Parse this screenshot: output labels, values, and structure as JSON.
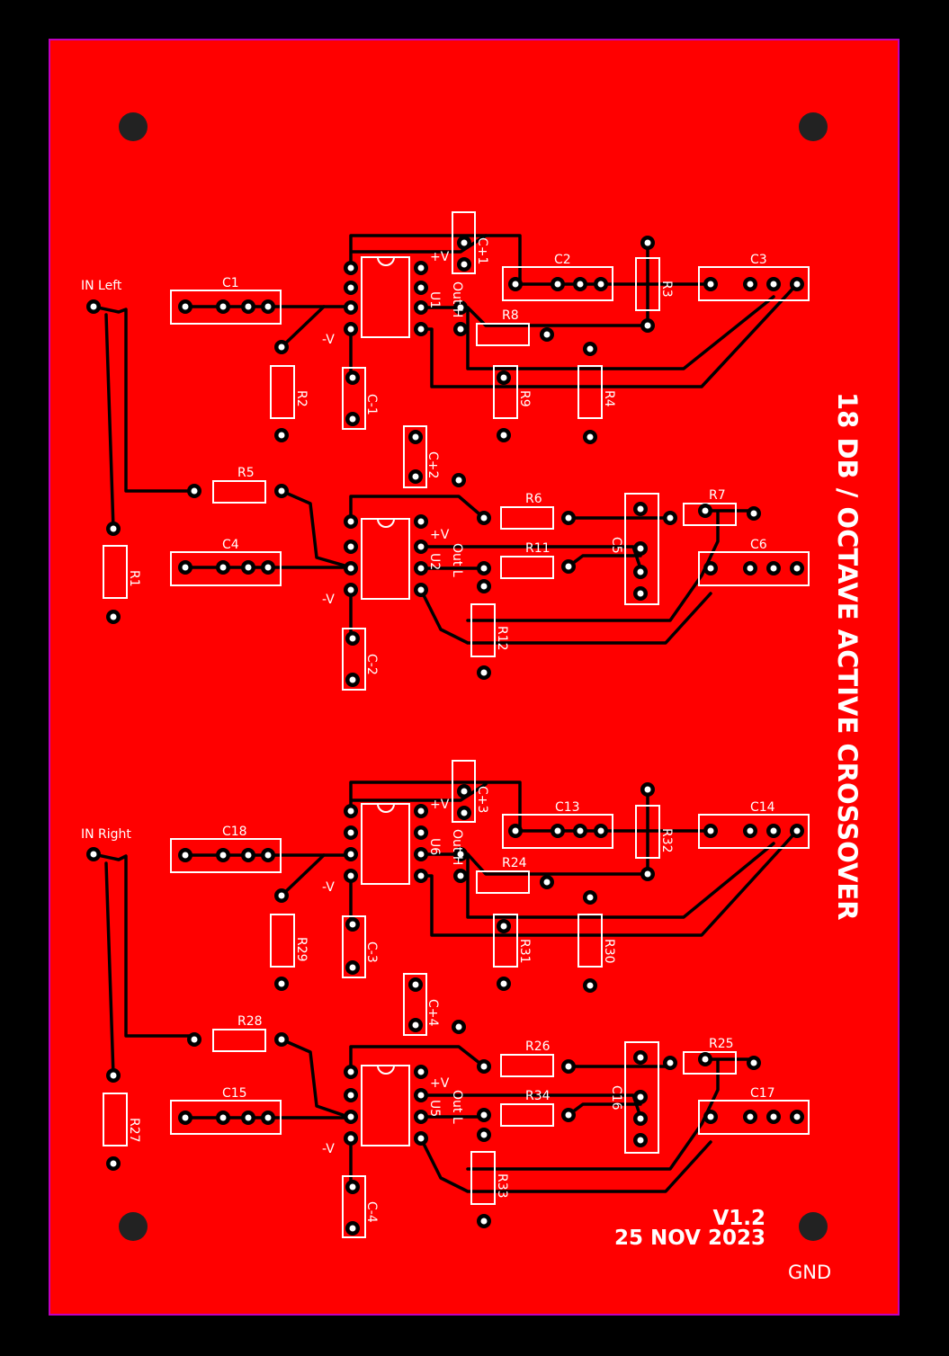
{
  "board": {
    "background": "#000000",
    "copper_color": "#ff0000",
    "edge_color": "#c000c0",
    "silk_color": "#ffffff"
  },
  "title": "18 DB / OCTAVE ACTIVE CROSSOVER",
  "version": "V1.2",
  "date": "25 NOV 2023",
  "gnd_label": "GND",
  "inputs": {
    "left": "IN Left",
    "right": "IN Right"
  },
  "ic_pins": {
    "vplus": "+V",
    "vminus": "-V",
    "out_h": "Out H",
    "out_l": "Out L"
  },
  "ics": {
    "u1": "U1",
    "u2": "U2",
    "u5": "U5",
    "u6": "U6"
  },
  "caps": {
    "c1": "C1",
    "c2": "C2",
    "c3": "C3",
    "c4": "C4",
    "c5": "C5",
    "c6": "C6",
    "c13": "C13",
    "c14": "C14",
    "c15": "C15",
    "c16": "C16",
    "c17": "C17",
    "c18": "C18",
    "cp1": "C+1",
    "cp2": "C+2",
    "cp3": "C+3",
    "cp4": "C+4",
    "cm1": "C-1",
    "cm2": "C-2",
    "cm3": "C-3",
    "cm4": "C-4"
  },
  "resistors": {
    "r1": "R1",
    "r2": "R2",
    "r3": "R3",
    "r4": "R4",
    "r5": "R5",
    "r6": "R6",
    "r7": "R7",
    "r8": "R8",
    "r9": "R9",
    "r11": "R11",
    "r12": "R12",
    "r24": "R24",
    "r25": "R25",
    "r26": "R26",
    "r27": "R27",
    "r28": "R28",
    "r29": "R29",
    "r30": "R30",
    "r31": "R31",
    "r32": "R32",
    "r33": "R33",
    "r34": "R34"
  }
}
